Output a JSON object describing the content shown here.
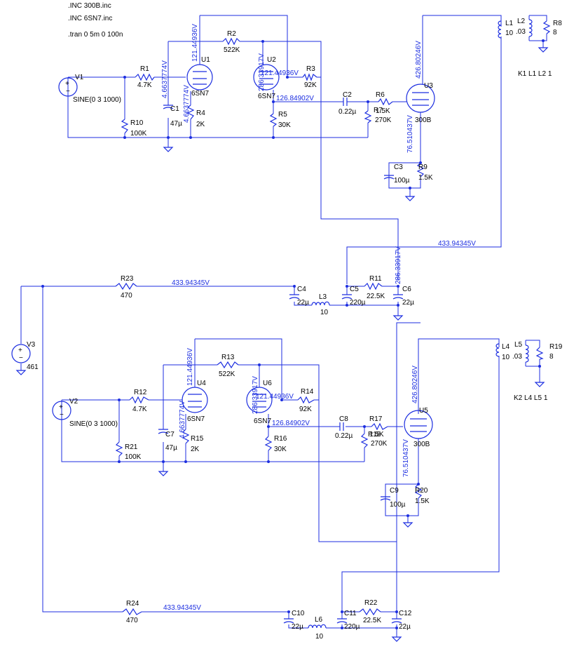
{
  "directives": [
    ".INC 300B.inc",
    ".INC 6SN7.inc",
    ".tran 0 5m 0 100n"
  ],
  "couplings": {
    "top": "K1 L1 L2 1",
    "bottom": "K2 L4 L5 1"
  },
  "sources": {
    "v1": {
      "name": "V1",
      "value": "SINE(0 3 1000)"
    },
    "v2": {
      "name": "V2",
      "value": "SINE(0 3 1000)"
    },
    "v3": {
      "name": "V3",
      "value": "461"
    }
  },
  "components": {
    "r1": {
      "name": "R1",
      "value": "4.7K"
    },
    "r2": {
      "name": "R2",
      "value": "522K"
    },
    "r3": {
      "name": "R3",
      "value": "92K"
    },
    "r4": {
      "name": "R4",
      "value": "2K"
    },
    "r5": {
      "name": "R5",
      "value": "30K"
    },
    "r6": {
      "name": "R6",
      "value": "1.5K"
    },
    "r7": {
      "name": "R7",
      "value": "270K"
    },
    "r8": {
      "name": "R8",
      "value": "8"
    },
    "r9": {
      "name": "R9",
      "value": "1.5K"
    },
    "r10": {
      "name": "R10",
      "value": "100K"
    },
    "r11": {
      "name": "R11",
      "value": "22.5K"
    },
    "r12": {
      "name": "R12",
      "value": "4.7K"
    },
    "r13": {
      "name": "R13",
      "value": "522K"
    },
    "r14": {
      "name": "R14",
      "value": "92K"
    },
    "r15": {
      "name": "R15",
      "value": "2K"
    },
    "r16": {
      "name": "R16",
      "value": "30K"
    },
    "r17": {
      "name": "R17",
      "value": "1.5K"
    },
    "r18": {
      "name": "R18",
      "value": "270K"
    },
    "r19": {
      "name": "R19",
      "value": "8"
    },
    "r20": {
      "name": "R20",
      "value": "1.5K"
    },
    "r21": {
      "name": "R21",
      "value": "100K"
    },
    "r22": {
      "name": "R22",
      "value": "22.5K"
    },
    "r23": {
      "name": "R23",
      "value": "470"
    },
    "r24": {
      "name": "R24",
      "value": "470"
    },
    "c1": {
      "name": "C1",
      "value": "47µ"
    },
    "c2": {
      "name": "C2",
      "value": "0.22µ"
    },
    "c3": {
      "name": "C3",
      "value": "100µ"
    },
    "c4": {
      "name": "C4",
      "value": "22µ"
    },
    "c5": {
      "name": "C5",
      "value": "220µ"
    },
    "c6": {
      "name": "C6",
      "value": "22µ"
    },
    "c7": {
      "name": "C7",
      "value": "47µ"
    },
    "c8": {
      "name": "C8",
      "value": "0.22µ"
    },
    "c9": {
      "name": "C9",
      "value": "100µ"
    },
    "c10": {
      "name": "C10",
      "value": "22µ"
    },
    "c11": {
      "name": "C11",
      "value": "220µ"
    },
    "c12": {
      "name": "C12",
      "value": "22µ"
    },
    "l1": {
      "name": "L1",
      "value": "10"
    },
    "l2": {
      "name": "L2",
      "value": ".03"
    },
    "l3": {
      "name": "L3",
      "value": "10"
    },
    "l4": {
      "name": "L4",
      "value": "10"
    },
    "l5": {
      "name": "L5",
      "value": ".03"
    },
    "l6": {
      "name": "L6",
      "value": "10"
    },
    "u1": {
      "name": "U1",
      "value": "6SN7"
    },
    "u2": {
      "name": "U2",
      "value": "6SN7"
    },
    "u3": {
      "name": "U3",
      "value": "300B"
    },
    "u4": {
      "name": "U4",
      "value": "6SN7"
    },
    "u5": {
      "name": "U5",
      "value": "300B"
    },
    "u6": {
      "name": "U6",
      "value": "6SN7"
    }
  },
  "voltages": {
    "v_121": "121.44936V",
    "v_286": "286.33917V",
    "v_4663": "4.6637774V",
    "v_126": "126.84902V",
    "v_426": "426.80246V",
    "v_76": "76.510437V",
    "v_433": "433.94345V"
  },
  "colors": {
    "wire": "#1c2ee0",
    "text": "#000000",
    "background": "#ffffff"
  }
}
